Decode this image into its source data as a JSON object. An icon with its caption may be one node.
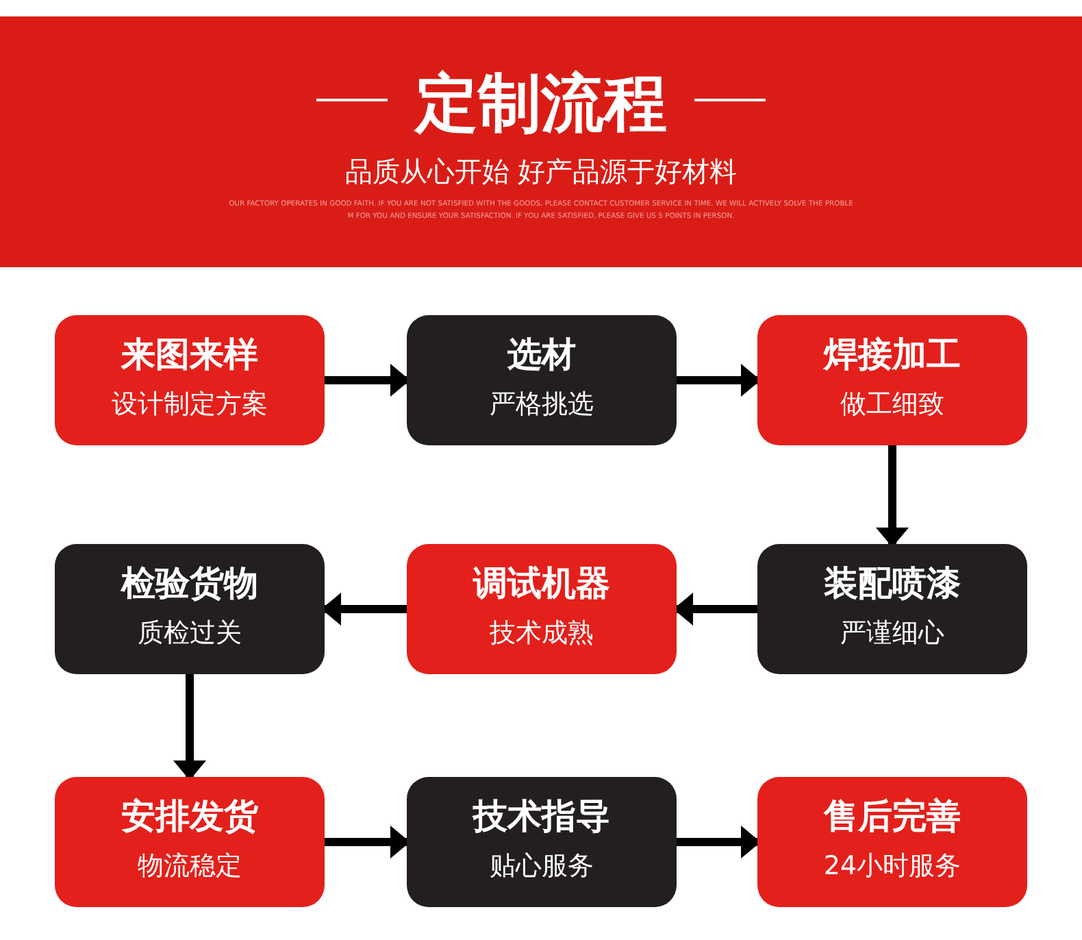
{
  "diagram": {
    "title": "定制流程",
    "labels": [
      "品质从心开始 好产品源于好材料",
      "OUR FACTORY OPERATES IN GOOD FAITH. IF YOU ARE NOT SATISFIED WITH THE GOODS, PLEASE CONTACT CUSTOMER SERVICE IN TIME. WE WILL ACTIVELY SOLVE THE PROBLE M FOR YOU AND ENSURE YOUR SATISFACTION. IF YOU ARE SATISFIED, PLEASE GIVE US 5 POINTS IN PERSON."
    ],
    "nodes": [
      {
        "text": [
          "来图来样",
          "设计制定方案"
        ]
      },
      {
        "text": [
          "选材",
          "严格挑选"
        ]
      },
      {
        "text": [
          "焊接加工",
          "做工细致"
        ]
      },
      {
        "text": [
          "检验货物",
          "质检过关"
        ]
      },
      {
        "text": [
          "调试机器",
          "技术成熟"
        ]
      },
      {
        "text": [
          "装配喷漆",
          "严谨细心"
        ]
      },
      {
        "text": [
          "安排发货",
          "物流稳定"
        ]
      },
      {
        "text": [
          "技术指导",
          "贴心服务"
        ]
      },
      {
        "text": [
          "售后完善",
          "24小时服务"
        ]
      }
    ],
    "edges": [
      {
        "from": 0,
        "to": 1,
        "arrow": "to"
      },
      {
        "from": 1,
        "to": 2,
        "arrow": "to"
      },
      {
        "from": 2,
        "to": 5,
        "arrow": "to"
      },
      {
        "from": 5,
        "to": 4,
        "arrow": "to"
      },
      {
        "from": 4,
        "to": 3,
        "arrow": "to"
      },
      {
        "from": 3,
        "to": 6,
        "arrow": "to"
      },
      {
        "from": 6,
        "to": 7,
        "arrow": "to"
      },
      {
        "from": 7,
        "to": 8,
        "arrow": "to"
      }
    ]
  }
}
